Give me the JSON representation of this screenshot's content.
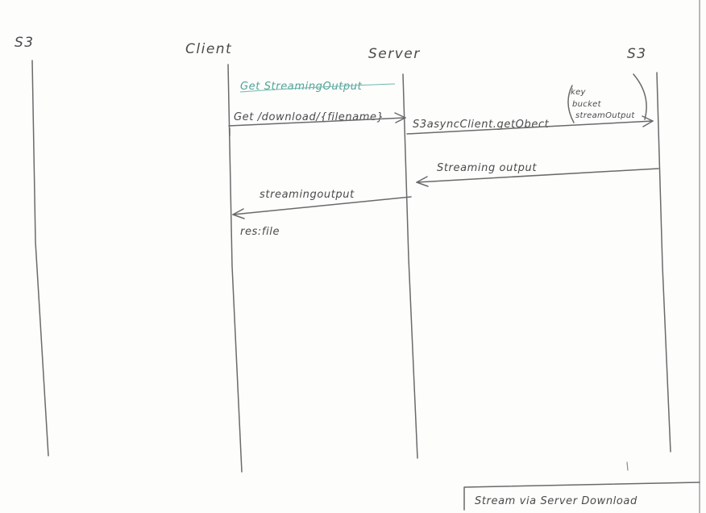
{
  "participants": {
    "s3_left": "S3",
    "client": "Client",
    "server": "Server",
    "s3_right": "S3"
  },
  "messages": {
    "get_streaming_output": "Get StreamingOutput",
    "get_download": "Get /download/{filename}",
    "s3_async_call": "S3asyncClient.getObect",
    "param_key": "key",
    "param_bucket": "bucket",
    "param_stream_output": "streamOutput",
    "streaming_output_reply": "Streaming output",
    "streaming_output_to_client": "streamingoutput",
    "res_file": "res:file"
  },
  "caption": "Stream via Server Download",
  "colors": {
    "pencil": "#6a6a6a",
    "teal_annotation": "#4fa397"
  }
}
